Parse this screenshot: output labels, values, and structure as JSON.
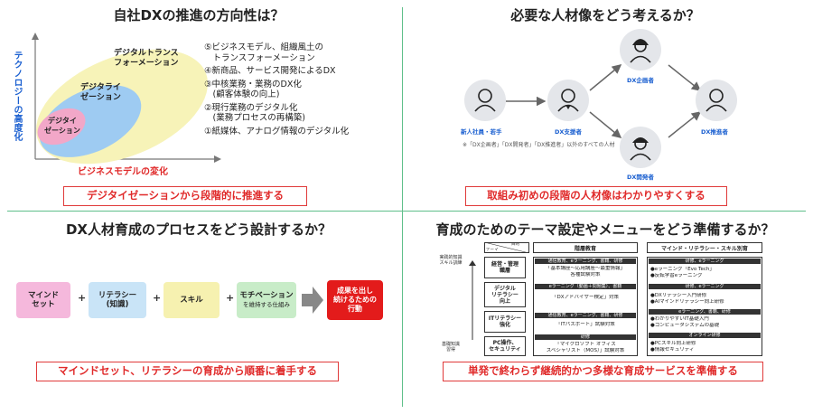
{
  "q1": {
    "title": "自社DXの推進の方向性は？",
    "y_axis": "テクノロジーの高度化",
    "x_axis": "ビジネスモデルの変化",
    "ellipses": {
      "outer": "デジタルトランス\nフォーメーション",
      "middle": "デジタライ\nゼーション",
      "inner": "デジタイ\nゼーション"
    },
    "stages": [
      "⑤ビジネスモデル、組織風土の",
      "　トランスフォーメーション",
      "④新商品、サービス開発によるDX",
      "③中核業務・業務のDX化",
      "　(顧客体験の向上)",
      "②現行業務のデジタル化",
      "　(業務プロセスの再構築)",
      "①紙媒体、アナログ情報のデジタル化"
    ],
    "summary": "デジタイゼーションから段階的に推進する",
    "colors": {
      "outer": "#f7f3b8",
      "middle": "#9ecbf2",
      "inner": "#f2a7c8",
      "axis_y": "#1a5fd0",
      "axis_x": "#e02a2a"
    }
  },
  "q2": {
    "title": "必要な人材像をどう考えるか？",
    "people": {
      "newcomer": "新人社員・若手",
      "supporter": "DX支援者",
      "planner": "DX企画者",
      "developer": "DX開発者",
      "promoter": "DX推進者"
    },
    "note": "※「DX企画者」「DX開発者」「DX推進者」以外のすべての人材",
    "summary": "取組み初めの段階の人材像はわかりやすくする"
  },
  "q3": {
    "title": "DX人材育成のプロセスをどう設計するか？",
    "steps": [
      {
        "label": "マインド\nセット",
        "sub": "",
        "color": "#f5b8dc"
      },
      {
        "label": "リテラシー\n(知識)",
        "sub": "",
        "color": "#c9e4f7"
      },
      {
        "label": "スキル",
        "sub": "",
        "color": "#f6f1b0"
      },
      {
        "label": "モチベーション",
        "sub": "を維持する仕組み",
        "color": "#c8ecc8"
      }
    ],
    "plus": "+",
    "result": "成果を出し\n続けるための\n行動",
    "summary": "マインドセット、リテラシーの育成から順番に着手する"
  },
  "q4": {
    "title": "育成のためのテーマ設定やメニューをどう準備するか？",
    "col_heads": [
      "階層教育",
      "マインド・リテラシー・スキル別育"
    ],
    "corner_top": "目的",
    "corner_bottom": "テーマ",
    "side_top": "実践的知識\nスキル訓練",
    "side_bottom": "基礎知識\n習得",
    "rows": [
      {
        "label": "経営・管理\n職層"
      },
      {
        "label": "デジタル\nリテラシー\n向上"
      },
      {
        "label": "ITリテラシー\n強化"
      },
      {
        "label": "PC操作、\nセキュリティ"
      }
    ],
    "cells_mid": [
      "通信教育、eラーニング、書籍、研修",
      "「基本講座〜応用講座〜最重情報」",
      "各種試験対策",
      "eラーニング（動画＋問題集）、書籍",
      "「DXアドバイザー検定」対策",
      "通信教育、eラーニング、書籍、研修",
      "「ITパスポート」試験対策",
      "研修",
      "「マイクロソフト オフィス",
      "スペシャリスト（MOS）」試験対策"
    ],
    "cells_right": [
      "研修、eラーニング",
      "●eラーニング「Evo Tech」",
      "●反転学習eラーニング",
      "研修、eラーニング",
      "●DXリテラシー入門研修",
      "●AIマインドリテラシー向上研修",
      "eラーニング、書籍、研修",
      "●わかりやすいIT基礎入門",
      "●コンピュータシステムの基礎",
      "オンライン研修",
      "●PCスキル向上研修",
      "●情報セキュリティ"
    ],
    "summary": "単発で終わらず継続的かつ多様な育成サービスを準備する"
  }
}
